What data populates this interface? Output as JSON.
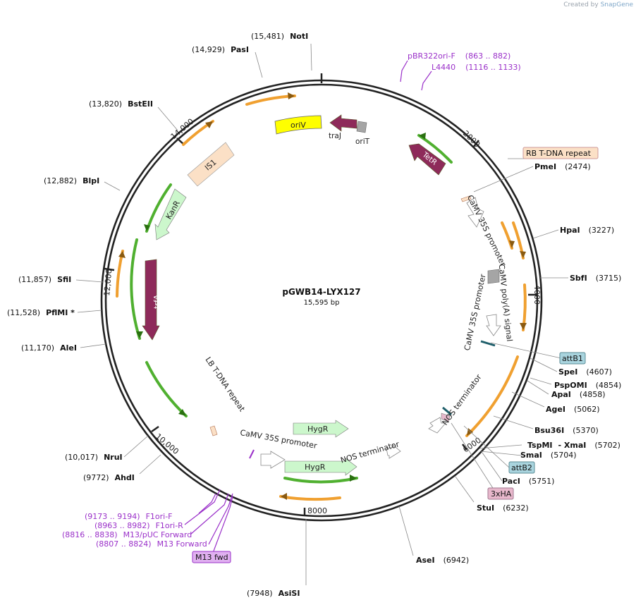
{
  "credit": {
    "prefix": "Created by",
    "brand": "SnapGene"
  },
  "plasmid": {
    "name": "pGWB14-LYX127",
    "length_label": "15,595 bp",
    "length": 15595
  },
  "ticks": [
    {
      "label": "2000",
      "pos": 2000
    },
    {
      "label": "4000",
      "pos": 4000
    },
    {
      "label": "6000",
      "pos": 6000
    },
    {
      "label": "8000",
      "pos": 8000
    },
    {
      "label": "10,000",
      "pos": 10000
    },
    {
      "label": "12,000",
      "pos": 12000
    },
    {
      "label": "14,000",
      "pos": 14000
    }
  ],
  "sites": [
    {
      "name": "NotI",
      "pos_label": "(15,481)"
    },
    {
      "name": "PasI",
      "pos_label": "(14,929)"
    },
    {
      "name": "BstEII",
      "pos_label": "(13,820)"
    },
    {
      "name": "BlpI",
      "pos_label": "(12,882)"
    },
    {
      "name": "SfiI",
      "pos_label": "(11,857)"
    },
    {
      "name": "PflMI *",
      "pos_label": "(11,528)"
    },
    {
      "name": "AleI",
      "pos_label": "(11,170)"
    },
    {
      "name": "NruI",
      "pos_label": "(10,017)"
    },
    {
      "name": "AhdI",
      "pos_label": "(9772)"
    },
    {
      "name": "AsiSI",
      "pos_label": "(7948)"
    },
    {
      "name": "AseI",
      "pos_label": "(6942)"
    },
    {
      "name": "StuI",
      "pos_label": "(6232)"
    },
    {
      "name": "PacI",
      "pos_label": "(5751)"
    },
    {
      "name": "SmaI",
      "pos_label": "(5704)"
    },
    {
      "name": "TspMI",
      "pos_label": ""
    },
    {
      "name": "- XmaI",
      "pos_label": "(5702)"
    },
    {
      "name": "Bsu36I",
      "pos_label": "(5370)"
    },
    {
      "name": "AgeI",
      "pos_label": "(5062)"
    },
    {
      "name": "ApaI",
      "pos_label": "(4858)"
    },
    {
      "name": "PspOMI",
      "pos_label": "(4854)"
    },
    {
      "name": "SpeI",
      "pos_label": "(4607)"
    },
    {
      "name": "SbfI",
      "pos_label": "(3715)"
    },
    {
      "name": "HpaI",
      "pos_label": "(3227)"
    },
    {
      "name": "PmeI",
      "pos_label": "(2474)"
    }
  ],
  "primers": [
    {
      "name": "pBR322ori-F",
      "range": "(863 .. 882)"
    },
    {
      "name": "L4440",
      "range": "(1116 .. 1133)"
    },
    {
      "name": "F1ori-F",
      "range": "(9173 .. 9194)"
    },
    {
      "name": "F1ori-R",
      "range": "(8963 .. 8982)"
    },
    {
      "name": "M13/pUC Forward",
      "range": "(8816 .. 8838)"
    },
    {
      "name": "M13 Forward",
      "range": "(8807 .. 8824)"
    }
  ],
  "boxed_labels": [
    {
      "text": "RB T-DNA repeat",
      "color": "#fbe0c6"
    },
    {
      "text": "attB1",
      "color": "#a9d4de"
    },
    {
      "text": "attB2",
      "color": "#a9d4de"
    },
    {
      "text": "3xHA",
      "color": "#e8b8cc"
    },
    {
      "text": "M13 fwd",
      "color": "#e0b0f0"
    }
  ],
  "features": [
    {
      "name": "oriV",
      "color": "#ffff00"
    },
    {
      "name": "traJ",
      "color": "#8e2a5a"
    },
    {
      "name": "oriT",
      "color": "#a5a5a5"
    },
    {
      "name": "TetR",
      "color": "#8e2a5a"
    },
    {
      "name": "IS1",
      "color": "#fbe0c6"
    },
    {
      "name": "KanR",
      "color": "#ccf7cc"
    },
    {
      "name": "trfA",
      "color": "#8e2a5a"
    },
    {
      "name": "HygR",
      "color": "#ccf7cc"
    },
    {
      "name": "HygR",
      "color": "#ccf7cc"
    },
    {
      "name": "CaMV 35S promoter",
      "color": "#ffffff"
    },
    {
      "name": "CaMV poly(A) signal",
      "color": "#a5a5a5"
    },
    {
      "name": "CaMV 35S promoter",
      "color": "#ffffff"
    },
    {
      "name": "CaMV 35S promoter",
      "color": "#ffffff"
    },
    {
      "name": "NOS terminator",
      "color": "#ffffff"
    },
    {
      "name": "NOS terminator",
      "color": "#ffffff"
    },
    {
      "name": "LB T-DNA repeat",
      "color": "#fbe0c6"
    }
  ],
  "colors": {
    "backbone": "#222222",
    "site_line": "#888888",
    "primer": "#9a30c9",
    "orf_orange": "#f0a030",
    "orf_green": "#40a020",
    "maroon": "#8e2a5a"
  }
}
